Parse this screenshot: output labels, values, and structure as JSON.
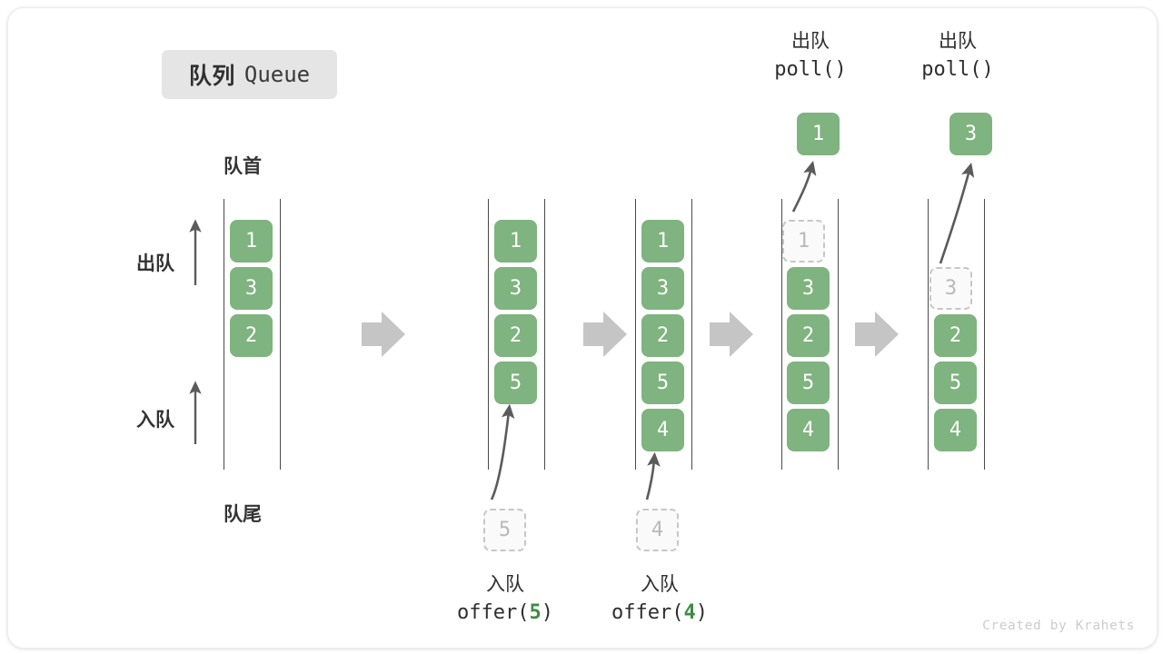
{
  "title": {
    "cn": "队列",
    "en": "Queue"
  },
  "labels": {
    "front": "队首",
    "rear": "队尾",
    "dequeue_side": "出队",
    "enqueue_side": "入队"
  },
  "colors": {
    "element_green": "#7fb37f",
    "element_text": "#ffffff",
    "ghost_fill": "#fafafa",
    "ghost_border": "#c6c6c6",
    "ghost_text": "#b9b9b9",
    "rail": "#4a4a4a",
    "block_arrow": "#c5c5c5",
    "thin_arrow": "#5b5b5b",
    "badge_bg": "#e5e5e5",
    "code_arg": "#3f8b45"
  },
  "watermark": "Created by Krahets",
  "stages": [
    {
      "id": "stage-initial",
      "elements": [
        "1",
        "3",
        "2"
      ],
      "ghost_top": null,
      "empty_top_slots": 0,
      "caption_top": null,
      "caption_bottom": null,
      "incoming": null,
      "result": null
    },
    {
      "id": "stage-after-offer-5",
      "elements": [
        "1",
        "3",
        "2",
        "5"
      ],
      "ghost_top": null,
      "empty_top_slots": 0,
      "caption_top": null,
      "caption_bottom": {
        "cn": "入队",
        "code_prefix": "offer(",
        "arg": "5",
        "code_suffix": ")"
      },
      "incoming": "5",
      "result": null
    },
    {
      "id": "stage-after-offer-4",
      "elements": [
        "1",
        "3",
        "2",
        "5",
        "4"
      ],
      "ghost_top": null,
      "empty_top_slots": 0,
      "caption_top": null,
      "caption_bottom": {
        "cn": "入队",
        "code_prefix": "offer(",
        "arg": "4",
        "code_suffix": ")"
      },
      "incoming": "4",
      "result": null
    },
    {
      "id": "stage-poll-1",
      "elements": [
        "3",
        "2",
        "5",
        "4"
      ],
      "ghost_top": "1",
      "empty_top_slots": 0,
      "caption_top": {
        "cn": "出队",
        "code": "poll()"
      },
      "caption_bottom": null,
      "incoming": null,
      "result": "1"
    },
    {
      "id": "stage-poll-3",
      "elements": [
        "2",
        "5",
        "4"
      ],
      "ghost_top": "3",
      "empty_top_slots": 1,
      "caption_top": {
        "cn": "出队",
        "code": "poll()"
      },
      "caption_bottom": null,
      "incoming": null,
      "result": "3"
    }
  ]
}
